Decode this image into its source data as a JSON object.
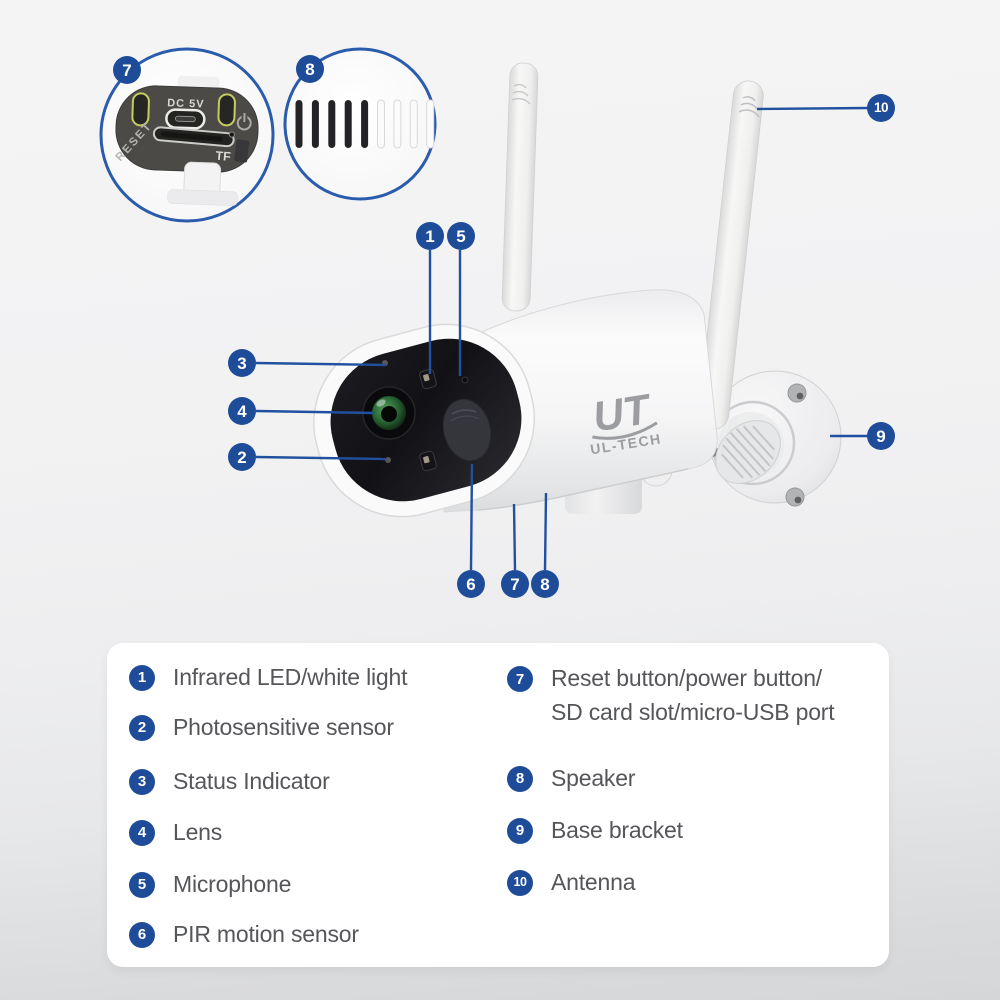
{
  "colors": {
    "badge_blue": "#1e4c99",
    "line_blue": "#20509f",
    "inset_border": "#2a5cab",
    "legend_text": "#55565a",
    "logo_gray": "#9c9da0"
  },
  "brand": {
    "logo": "UT",
    "name": "UL-TECH"
  },
  "insets": {
    "ports": {
      "badge": "7",
      "dc_label": "DC 5V",
      "reset_label": "RESET",
      "tf_label": "TF",
      "power_icon": "power-icon"
    },
    "speaker": {
      "badge": "8"
    }
  },
  "callouts": {
    "n1": "1",
    "n2": "2",
    "n3": "3",
    "n4": "4",
    "n5": "5",
    "n6": "6",
    "n7": "7",
    "n8": "8",
    "n9": "9",
    "n10": "10"
  },
  "legend": {
    "left": [
      {
        "num": "1",
        "label": "Infrared LED/white light"
      },
      {
        "num": "2",
        "label": "Photosensitive sensor"
      },
      {
        "num": "3",
        "label": "Status Indicator"
      },
      {
        "num": "4",
        "label": "Lens"
      },
      {
        "num": "5",
        "label": "Microphone"
      },
      {
        "num": "6",
        "label": "PIR motion sensor"
      }
    ],
    "right": [
      {
        "num": "7",
        "label": "Reset button/power button/",
        "label2": "SD card slot/micro-USB port"
      },
      {
        "num": "8",
        "label": "Speaker"
      },
      {
        "num": "9",
        "label": "Base bracket"
      },
      {
        "num": "10",
        "label": "Antenna"
      }
    ]
  }
}
